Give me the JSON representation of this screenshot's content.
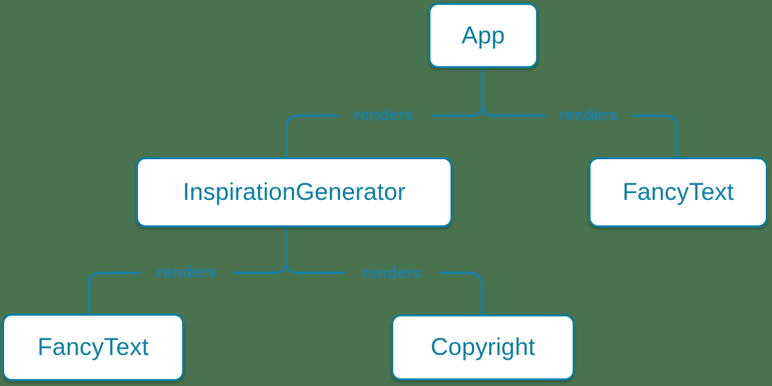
{
  "diagram": {
    "type": "component-render-tree",
    "colors": {
      "bg": "#4a744f",
      "node_accent": "#087ea4",
      "edge": "#1a7fa6",
      "edge_label": "#1b81a9",
      "node_fill": "#ffffff"
    },
    "nodes": [
      {
        "id": "app",
        "label": "App"
      },
      {
        "id": "inspiration-generator",
        "label": "InspirationGenerator"
      },
      {
        "id": "fancy-text-right",
        "label": "FancyText"
      },
      {
        "id": "fancy-text-left",
        "label": "FancyText"
      },
      {
        "id": "copyright",
        "label": "Copyright"
      }
    ],
    "edges": [
      {
        "from": "App",
        "to": "InspirationGenerator",
        "label": "renders"
      },
      {
        "from": "App",
        "to": "FancyText",
        "label": "renders"
      },
      {
        "from": "InspirationGenerator",
        "to": "FancyText",
        "label": "renders"
      },
      {
        "from": "InspirationGenerator",
        "to": "Copyright",
        "label": "renders"
      }
    ]
  }
}
